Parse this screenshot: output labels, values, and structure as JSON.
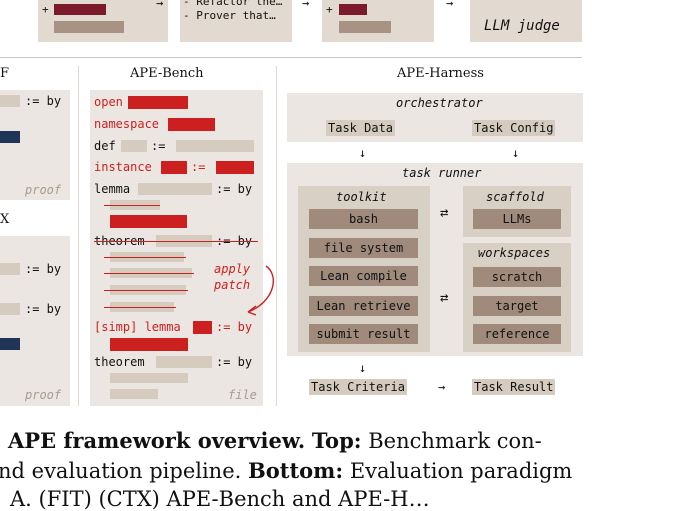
{
  "top_row": {
    "bullets": [
      "- Refactor the…",
      "- Prover that…"
    ],
    "plus_marks": [
      "+",
      "+"
    ],
    "llm_judge": "LLM judge"
  },
  "left_panel": {
    "letters": [
      "F",
      "X"
    ],
    "assign_tokens": [
      ":= by",
      ":= by",
      ":= by"
    ],
    "proof_label": "proof",
    "proof_label_bottom": "proof"
  },
  "ape_bench": {
    "title": "APE-Bench",
    "lines": {
      "open": "open",
      "namespace": "namespace",
      "def": "def",
      "def_assign": ":=",
      "instance": "instance",
      "instance_assign": ":=",
      "lemma": "lemma",
      "lemma_assign": ":= by",
      "theorem": "theorem",
      "theorem_assign": ":= by",
      "simp_lemma": "[simp] lemma",
      "simp_assign": ":= by",
      "theorem2": "theorem",
      "theorem2_assign": ":= by"
    },
    "apply_patch": [
      "apply",
      "patch"
    ],
    "file_label": "file"
  },
  "ape_harness": {
    "title": "APE-Harness",
    "orchestrator": "orchestrator",
    "task_data": "Task Data",
    "task_config": "Task Config",
    "task_runner": "task runner",
    "toolkit": {
      "title": "toolkit",
      "items": [
        "bash",
        "file system",
        "Lean compile",
        "Lean retrieve",
        "submit result"
      ]
    },
    "scaffold": {
      "title": "scaffold",
      "items": [
        "LLMs"
      ]
    },
    "workspaces": {
      "title": "workspaces",
      "items": [
        "scratch",
        "target",
        "reference"
      ]
    },
    "task_criteria": "Task Criteria",
    "task_result": "Task Result"
  },
  "caption": {
    "line1_bold": "APE framework overview.",
    "line1_top_bold": "Top:",
    "line1_rest": "Benchmark con-",
    "line2_start": "nd evaluation pipeline.",
    "line2_bold": "Bottom:",
    "line2_rest": "Evaluation paradigm",
    "line3": "A. (FIT)  (CTX)  APE-Bench  and  APE-H…"
  },
  "colors": {
    "panel_bg": "#ebe6e1",
    "inner_bg": "#d8cfc5",
    "button": "#a08a7c",
    "red": "#cc1f1f",
    "navy": "#1f3557"
  }
}
